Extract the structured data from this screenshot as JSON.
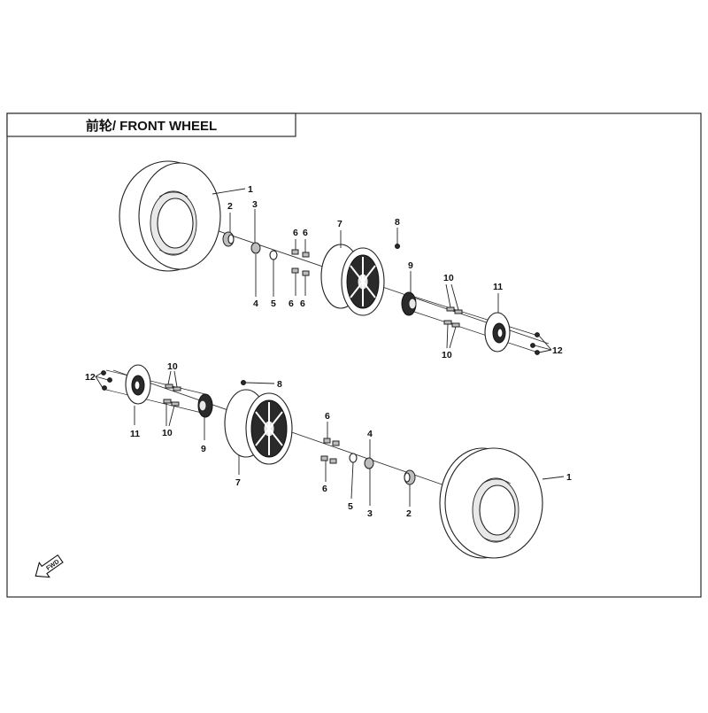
{
  "title": "前轮/ FRONT WHEEL",
  "fwd_label": "FWD",
  "callouts": {
    "top": {
      "c1": "1",
      "c2": "2",
      "c3": "3",
      "c4": "4",
      "c5": "5",
      "c6a": "6",
      "c6b": "6",
      "c6c": "6",
      "c6d": "6",
      "c7": "7",
      "c8": "8",
      "c9": "9",
      "c10a": "10",
      "c10b": "10",
      "c11": "11",
      "c12": "12"
    },
    "bottom": {
      "c1": "1",
      "c2": "2",
      "c3": "3",
      "c4": "4",
      "c5": "5",
      "c6a": "6",
      "c6b": "6",
      "c7": "7",
      "c8": "8",
      "c9": "9",
      "c10a": "10",
      "c10b": "10",
      "c11": "11",
      "c12": "12"
    }
  }
}
